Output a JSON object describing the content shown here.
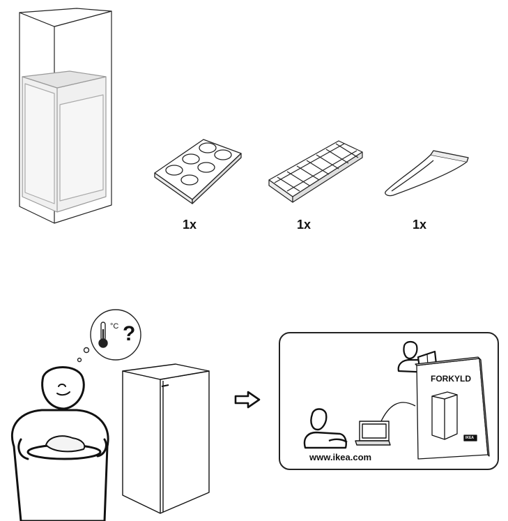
{
  "accessories": [
    {
      "name": "egg-tray",
      "quantity": "1x"
    },
    {
      "name": "ice-cube-tray",
      "quantity": "1x"
    },
    {
      "name": "ice-scraper",
      "quantity": "1x"
    }
  ],
  "thought": {
    "unit": "°C",
    "question": "?"
  },
  "info_panel": {
    "website": "www.ikea.com",
    "manual_title": "FORKYLD",
    "brand": "IKEA"
  },
  "icons": [
    "thermometer-icon",
    "arrow-right-icon",
    "laptop-icon",
    "manual-booklet-icon"
  ]
}
